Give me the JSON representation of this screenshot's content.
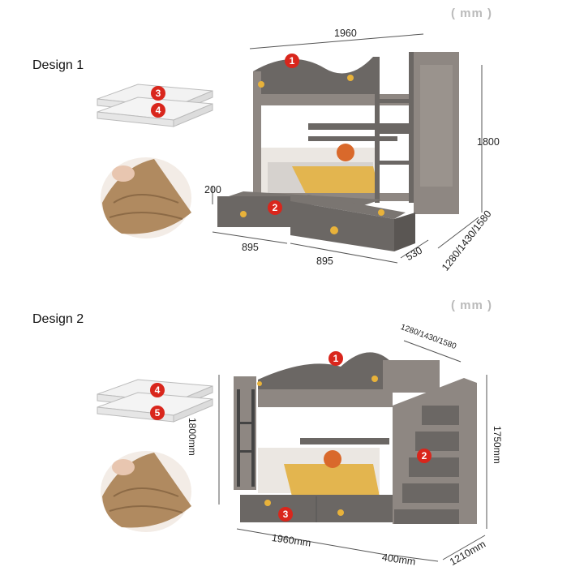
{
  "design1": {
    "title": "Design 1",
    "unit": "( mm )",
    "dims": {
      "width": "1960",
      "height": "1800",
      "drawer_height": "200",
      "drawer_left": "895",
      "drawer_right": "895",
      "drawer_depth": "530",
      "bed_depth": "1280/1430/1580"
    },
    "badges": [
      "1",
      "2",
      "3",
      "4"
    ]
  },
  "design2": {
    "title": "Design 2",
    "unit": "( mm )",
    "dims": {
      "depth_top": "1280/1430/1580",
      "height_left": "1800mm",
      "height_right": "1750mm",
      "width": "1960mm",
      "stair_width": "400mm",
      "depth": "1210mm"
    },
    "badges": [
      "1",
      "2",
      "3",
      "4",
      "5"
    ]
  },
  "colors": {
    "frame": "#6b6764",
    "wood": "#8e8782",
    "badge": "#d9261c",
    "knob": "#e8b23a"
  }
}
